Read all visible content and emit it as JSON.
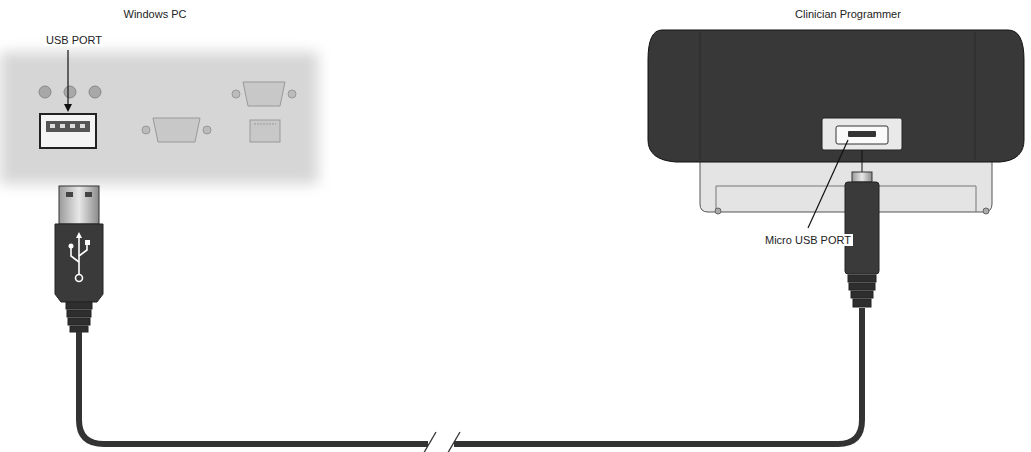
{
  "diagram": {
    "labels": [
      "Windows PC",
      "USB PORT",
      "Clinician Programmer",
      "Micro USB PORT"
    ]
  }
}
